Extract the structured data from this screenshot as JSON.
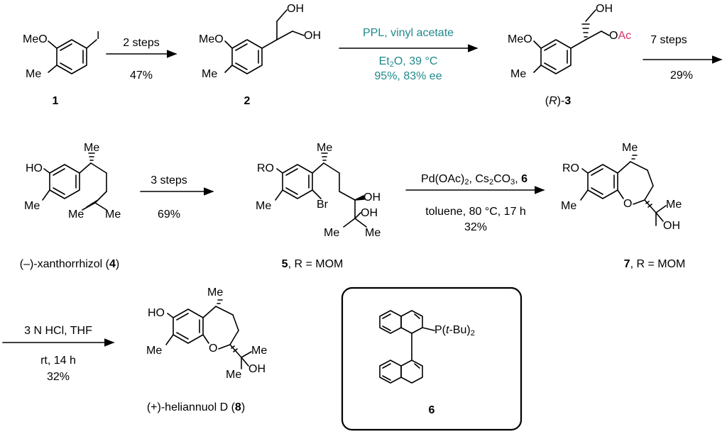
{
  "colors": {
    "reagent_teal": "#1f8a8a",
    "acetate_red": "#d6336c",
    "ink": "#000000"
  },
  "compounds": {
    "c1": {
      "label": "1",
      "atoms": {
        "meo": "MeO",
        "me": "Me",
        "i": "I"
      }
    },
    "c2": {
      "label": "2",
      "atoms": {
        "meo": "MeO",
        "me": "Me",
        "oh1": "OH",
        "oh2": "OH"
      }
    },
    "c3": {
      "label_pre": "(",
      "label_r": "R",
      "label_mid": ")-",
      "label_num": "3",
      "atoms": {
        "meo": "MeO",
        "me": "Me",
        "oh": "OH",
        "o": "O",
        "ac": "Ac"
      }
    },
    "c4": {
      "label_pre": "(–)-xanthorrhizol (",
      "label_num": "4",
      "label_post": ")",
      "atoms": {
        "ho": "HO",
        "me_ring": "Me",
        "me_top": "Me",
        "me_a": "Me",
        "me_b": "Me"
      }
    },
    "c5": {
      "label_num": "5",
      "label_post": ", R = MOM",
      "atoms": {
        "ro": "RO",
        "me_ring": "Me",
        "me_top": "Me",
        "br": "Br",
        "oh1": "OH",
        "oh2": "OH",
        "me_a": "Me",
        "me_b": "Me"
      }
    },
    "c7": {
      "label_num": "7",
      "label_post": ", R = MOM",
      "atoms": {
        "ro": "RO",
        "me_ring": "Me",
        "me_top": "Me",
        "o": "O",
        "me_side": "Me",
        "oh": "OH"
      }
    },
    "c8": {
      "label_pre": "(+)-heliannuol D (",
      "label_num": "8",
      "label_post": ")",
      "atoms": {
        "ho": "HO",
        "me_ring": "Me",
        "me_top": "Me",
        "o": "O",
        "me_side1": "Me",
        "me_side2": "Me",
        "oh": "OH"
      }
    },
    "c6": {
      "label": "6",
      "phosphine": "P(",
      "tbu": "t",
      "tbu_rest": "-Bu)",
      "sub2": "2"
    }
  },
  "arrows": {
    "a1": {
      "top": "2 steps",
      "bottom": "47%"
    },
    "a2": {
      "top": "PPL, vinyl acetate",
      "bottom1_pre": "Et",
      "bottom1_sub": "2",
      "bottom1_post": "O, 39 °C",
      "bottom2": "95%, 83% ee"
    },
    "a3": {
      "top": "7 steps",
      "bottom": "29%"
    },
    "a4": {
      "top": "3 steps",
      "bottom": "69%"
    },
    "a5": {
      "top1": "Pd(OAc)",
      "top1_sub": "2",
      "top2": ", Cs",
      "top2_sub": "2",
      "top3": "CO",
      "top3_sub": "3",
      "top4": ", ",
      "top_ligand": "6",
      "bottom1": "toluene, 80 °C, 17 h",
      "bottom2": "32%"
    },
    "a6": {
      "top": "3 N HCl, THF",
      "bottom1": "rt, 14 h",
      "bottom2": "32%"
    }
  }
}
